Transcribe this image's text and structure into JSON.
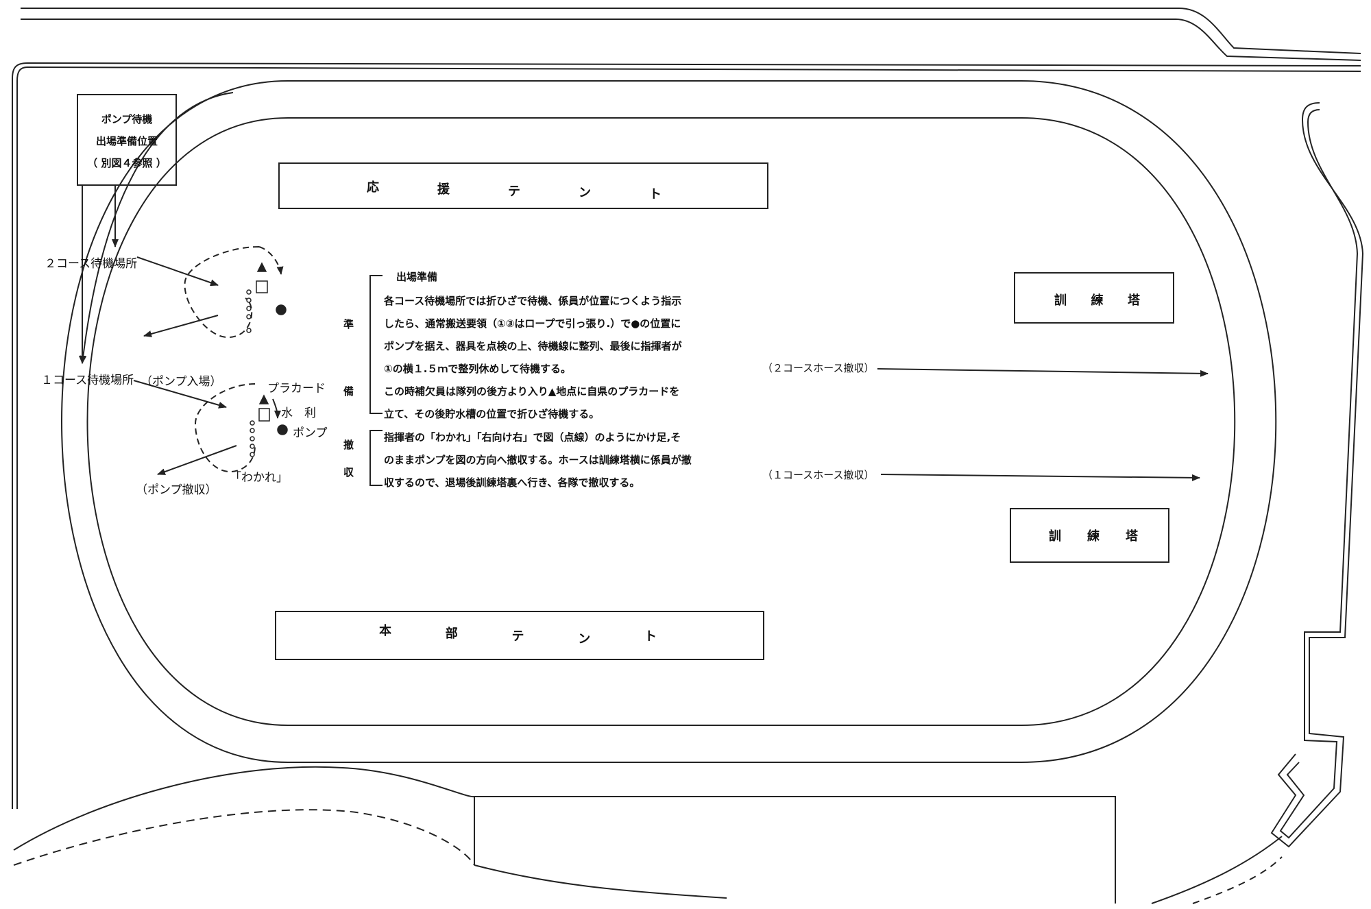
{
  "pump_standby": {
    "line1": "ポンプ待機",
    "line2": "出場準備位置",
    "line3": "（ 別図４参照 ）"
  },
  "support_tent": [
    "応",
    "援",
    "テ",
    "ン",
    "ト"
  ],
  "hq_tent": [
    "本",
    "部",
    "テ",
    "ン",
    "ト"
  ],
  "tower_top": [
    "訓",
    "練",
    "塔"
  ],
  "tower_bottom": [
    "訓",
    "練",
    "塔"
  ],
  "labels": {
    "course2_standby": "２コース待機場所",
    "course1_standby": "１コース待機場所",
    "pump_entry": "（ポンプ入場）",
    "placard": "プラカード",
    "water": "水　利",
    "pump": "ポンプ",
    "wakare": "「わかれ」",
    "pump_withdraw": "（ポンプ撤収）",
    "course2_hose": "（２コースホース撤収）",
    "course1_hose": "（１コースホース撤収）"
  },
  "side_labels": {
    "prep": [
      "準",
      "備"
    ],
    "withdraw": [
      "撤",
      "収"
    ]
  },
  "prep_notes": {
    "title": "出場準備",
    "lines": [
      "各コース待機場所では折ひざで待機、係員が位置につくよう指示",
      "したら、通常搬送要領（①③はロープで引っ張り.）で●の位置に",
      "ポンプを据え、器具を点検の上、待機線に整列、最後に指揮者が",
      "①の横１.５ｍで整列休めして待機する。",
      "この時補欠員は隊列の後方より入り▲地点に自県のプラカードを",
      "立て、その後貯水槽の位置で折ひざ待機する。"
    ]
  },
  "withdraw_notes": {
    "lines": [
      "指揮者の「わかれ」「右向け右」で図（点線）のようにかけ足,そ",
      "のままポンプを図の方向へ撤収する。ホースは訓練塔横に係員が撤",
      "収するので、退場後訓練塔裏へ行き、各隊で撤収する。"
    ]
  }
}
